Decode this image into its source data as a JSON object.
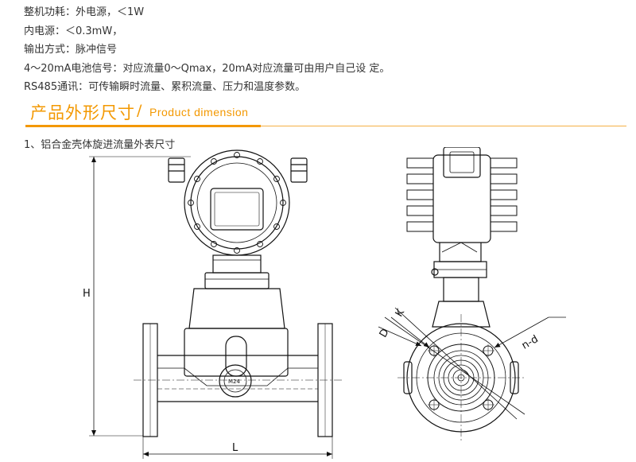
{
  "specs": [
    "整机功耗：外电源，＜1W",
    "内电源：＜0.3mW，",
    "输出方式：脉冲信号",
    "4～20mA电池信号：对应流量0～Qmax，20mA对应流量可由用户自己设 定。",
    "RS485通讯：可传输瞬时流量、累积流量、压力和温度参数。"
  ],
  "section": {
    "title_cn": "产品外形尺寸",
    "separator": "/",
    "title_en": "Product dimension",
    "accent_color": "#f39800"
  },
  "figure": {
    "caption": "1、铝合金壳体旋进流量外表尺寸",
    "labels": {
      "height": "H",
      "length": "L",
      "port": "M24",
      "diameter_outer": "D",
      "diameter_bolt": "K",
      "bolt_holes": "n-d"
    }
  }
}
